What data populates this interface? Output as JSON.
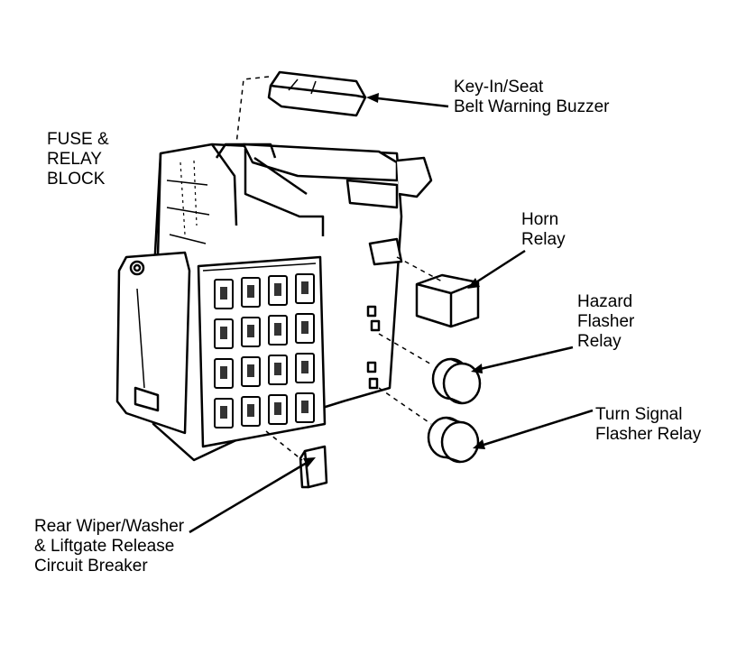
{
  "labels": {
    "fuse_relay_block": [
      "FUSE &",
      "RELAY",
      "BLOCK"
    ],
    "key_in_buzzer": [
      "Key-In/Seat",
      "Belt Warning Buzzer"
    ],
    "horn_relay": [
      "Horn",
      "Relay"
    ],
    "hazard_flasher": [
      "Hazard",
      "Flasher",
      "Relay"
    ],
    "turn_signal_flasher": [
      "Turn Signal",
      "Flasher Relay"
    ],
    "rear_wiper_breaker": [
      "Rear Wiper/Washer",
      "& Liftgate Release",
      "Circuit Breaker"
    ]
  },
  "colors": {
    "ink": "#000000",
    "paper": "#ffffff",
    "shade": "#333333"
  }
}
